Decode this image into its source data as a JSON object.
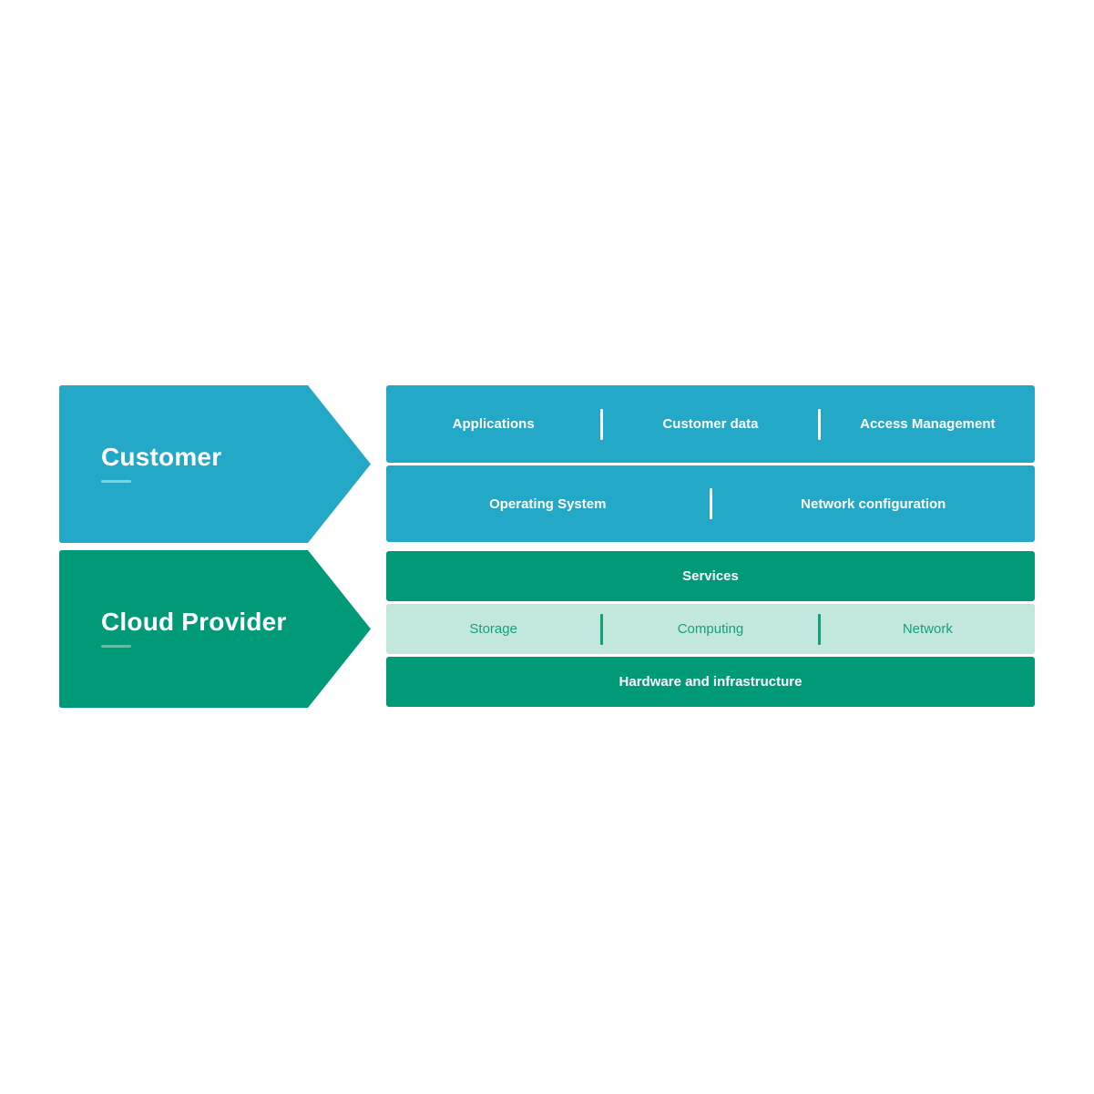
{
  "customer": {
    "title": "Customer",
    "color": "#23a8c8",
    "underline_color": "#7fd0e3",
    "row1": [
      "Applications",
      "Customer data",
      "Access Management"
    ],
    "row2": [
      "Operating System",
      "Network configuration"
    ]
  },
  "provider": {
    "title": "Cloud Provider",
    "color": "#009a78",
    "underline_color": "#5cc2a6",
    "services": "Services",
    "resources": [
      "Storage",
      "Computing",
      "Network"
    ],
    "hardware": "Hardware and infrastructure",
    "resources_bg": "#c2e8de"
  }
}
